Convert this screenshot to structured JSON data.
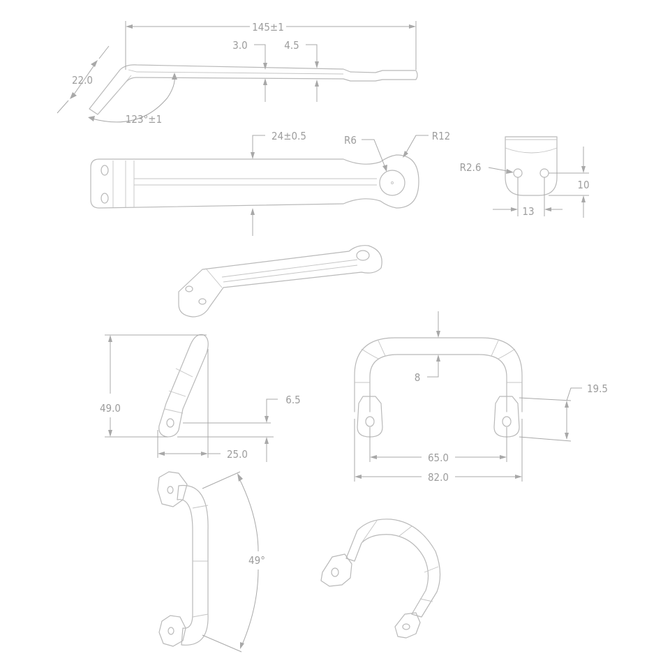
{
  "colors": {
    "line": "#b9b9b9",
    "dimension": "#a8a8a8",
    "text": "#9d9d9d",
    "background": "#ffffff"
  },
  "top_view": {
    "overall_length": "145±1",
    "thickness_a": "3.0",
    "thickness_b": "4.5",
    "bend_leg": "22.0",
    "bend_angle": "123°±1"
  },
  "plan_view": {
    "width": "24±0.5",
    "inner_radius": "R6",
    "outer_radius": "R12"
  },
  "end_view": {
    "hole_radius": "R2.6",
    "hole_spacing": "13",
    "hole_height": "10"
  },
  "side_view": {
    "height": "49.0",
    "base_height": "6.5",
    "depth": "25.0"
  },
  "front_view": {
    "top_offset": "8",
    "foot_height": "19.5",
    "hole_span": "65.0",
    "overall_width": "82.0"
  },
  "angle_view": {
    "arc_angle": "49°"
  }
}
